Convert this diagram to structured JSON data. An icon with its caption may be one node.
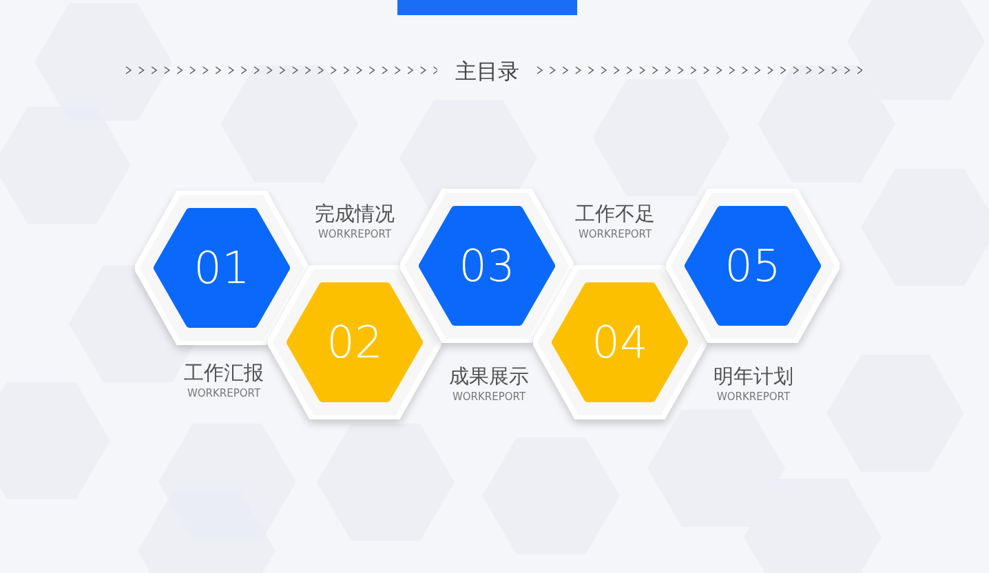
{
  "diagram": {
    "title": "主目录",
    "nodes": [
      {
        "text": [
          "01"
        ],
        "beside": [
          "工作汇报",
          "WORKREPORT"
        ]
      },
      {
        "text": [
          "02"
        ],
        "beside": [
          "完成情况",
          "WORKREPORT"
        ]
      },
      {
        "text": [
          "03"
        ],
        "beside": [
          "成果展示",
          "WORKREPORT"
        ]
      },
      {
        "text": [
          "04"
        ],
        "beside": [
          "工作不足",
          "WORKREPORT"
        ]
      },
      {
        "text": [
          "05"
        ],
        "beside": [
          "明年计划",
          "WORKREPORT"
        ]
      }
    ]
  }
}
